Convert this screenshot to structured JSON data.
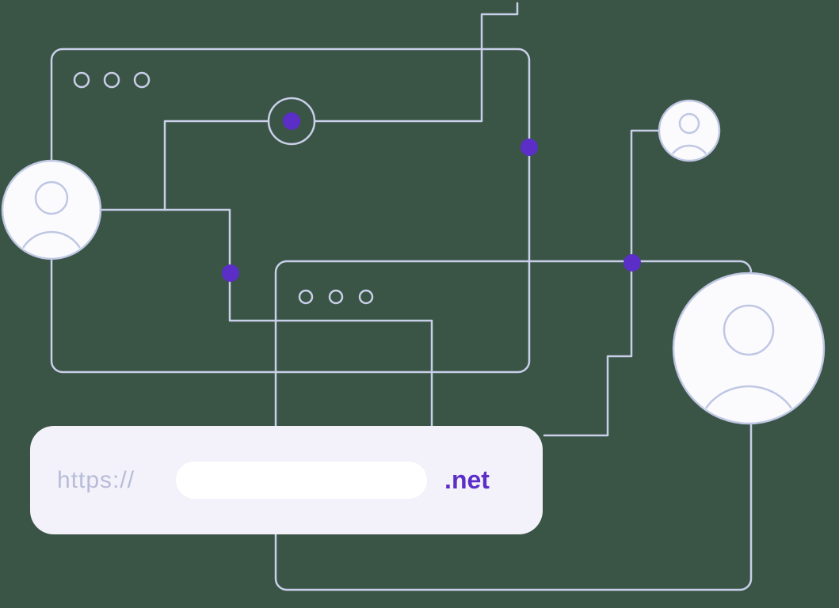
{
  "illustration": {
    "description": "domain-registration-line-art",
    "url_bar": {
      "protocol": "https://",
      "domain_value": "",
      "tld": ".net"
    },
    "colors": {
      "bg": "#3A5546",
      "line": "#C9CFE9",
      "purple": "#5B2EC8",
      "panel": "#F3F1FA",
      "muted": "#B7BCD8",
      "avatar_fill": "#FBFBFE",
      "avatar_stroke": "#BFC7E3"
    }
  }
}
